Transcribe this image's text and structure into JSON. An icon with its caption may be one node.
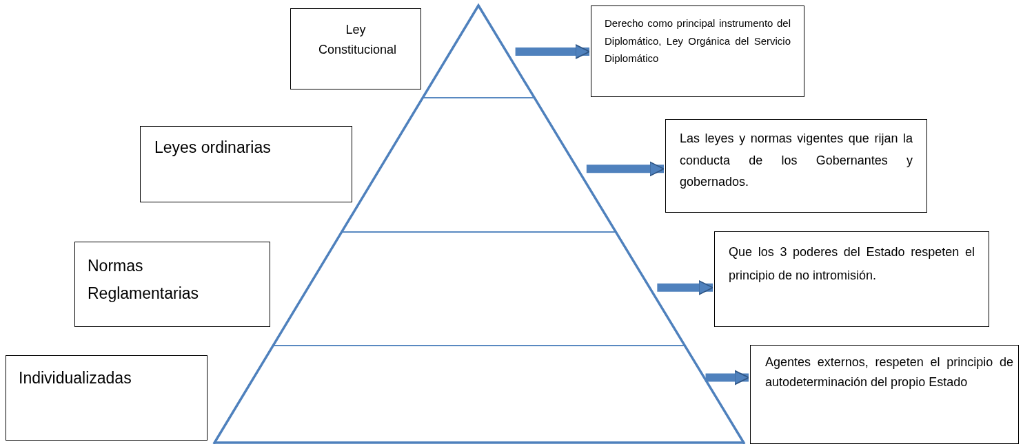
{
  "diagram": {
    "nodes": [
      {
        "text": [
          "Ley Constitucional"
        ]
      },
      {
        "text": [
          "Leyes ordinarias"
        ]
      },
      {
        "text": [
          "Normas Reglamentarias"
        ]
      },
      {
        "text": [
          "Individualizadas"
        ]
      },
      {
        "text": [],
        "shape": "triangle"
      },
      {
        "text": [],
        "shape": "trapezoid"
      },
      {
        "text": [],
        "shape": "trapezoid"
      },
      {
        "text": [],
        "shape": "trapezoid"
      },
      {
        "text": [
          "Derecho como principal instrumento del Diplomático, Ley Orgánica del Servicio Diplomático"
        ]
      },
      {
        "text": [
          "Las leyes y normas vigentes que rijan la conducta de los Gobernantes y gobernados."
        ]
      },
      {
        "text": [
          "Que los 3 poderes del Estado respeten el principio de no intromisión."
        ]
      },
      {
        "text": [
          "Agentes externos, respeten el principio de autodeterminación del propio Estado"
        ]
      }
    ],
    "edges": [
      {
        "from": 4,
        "to": 8,
        "arrow": "to"
      },
      {
        "from": 5,
        "to": 9,
        "arrow": "to"
      },
      {
        "from": 6,
        "to": 10,
        "arrow": "to"
      },
      {
        "from": 7,
        "to": 11,
        "arrow": "to"
      }
    ]
  }
}
